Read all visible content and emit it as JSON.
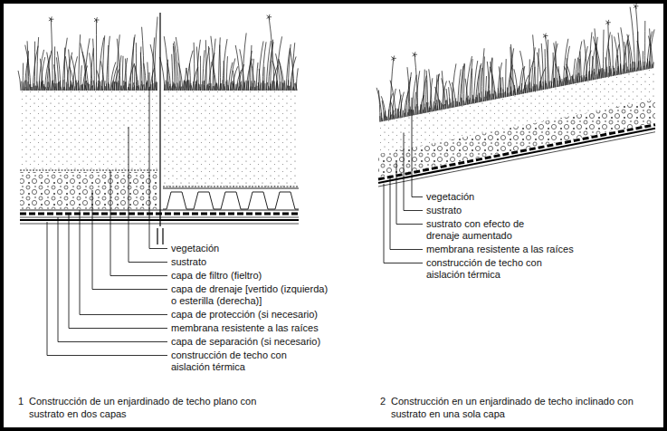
{
  "diagram": {
    "labels": [
      "vegetación",
      "sustrato",
      "capa de filtro (fieltro)",
      "capa de drenaje [vertido (izquierda) o esterilla (derecha)]",
      "capa de protección (si necesario)",
      "membrana resistente a las raíces",
      "capa de separación (si necesario)",
      "construcción de techo con aislación térmica",
      "1",
      "Construcción de un enjardinado de techo plano con sustrato en dos capas",
      "vegetación",
      "sustrato",
      "sustrato con efecto de drenaje aumentado",
      "membrana resistente a las raíces",
      "construcción de techo con aislación térmica",
      "2",
      "Construcción en un enjardinado de techo inclinado con sustrato en una sola capa"
    ]
  }
}
